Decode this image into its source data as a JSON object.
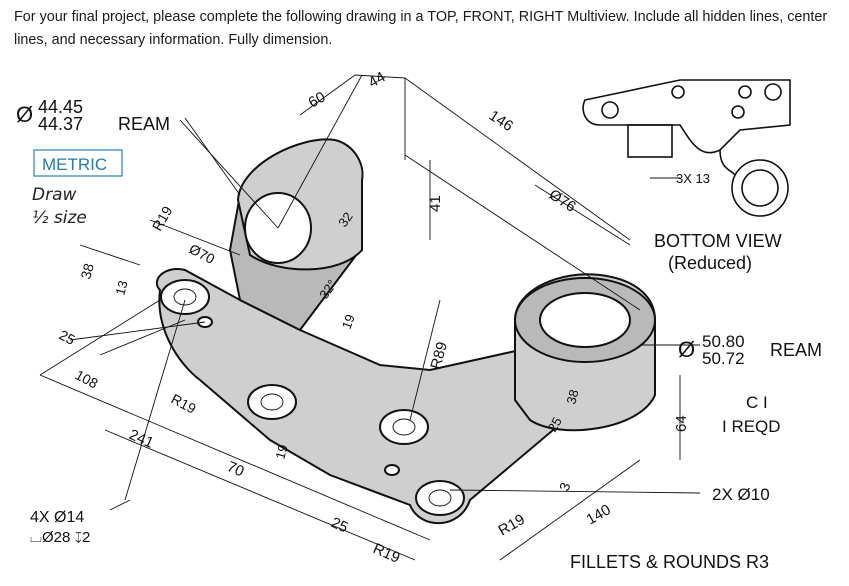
{
  "instructions": "For your final project, please complete the following drawing in a TOP, FRONT, RIGHT Multiview. Include all hidden lines, center lines, and necessary information. Fully dimension.",
  "ream_top": {
    "symbol": "Ø",
    "upper": "44.45",
    "lower": "44.37",
    "word": "REAM"
  },
  "metric": "METRIC",
  "draw_note": {
    "line1": "Draw",
    "line2": "½ size"
  },
  "bottom_view": {
    "title": "BOTTOM VIEW",
    "subtitle": "(Reduced)",
    "dim": "3X 13"
  },
  "ream_right": {
    "symbol": "Ø",
    "upper": "50.80",
    "lower": "50.72",
    "word": "REAM"
  },
  "part_note": {
    "line1": "C I",
    "line2": "I REQD"
  },
  "holes_2x": "2X Ø10",
  "holes_4x": {
    "line1": "4X Ø14",
    "line2": "⌴Ø28 ↧2"
  },
  "fillets": "FILLETS & ROUNDS R3",
  "dims": {
    "d60": "60",
    "d44": "44",
    "d146": "146",
    "d41": "41",
    "d76": "Ø76",
    "d32a": "32",
    "d32b": "32°",
    "d19a": "19",
    "r19a": "R19",
    "d70a": "Ø70",
    "d38a": "38",
    "d13": "13",
    "d25a": "25",
    "d108": "108",
    "r19b": "R19",
    "d241": "241",
    "d70b": "70",
    "d25b": "25",
    "r19c": "R19",
    "d19b": "19",
    "r89": "R89",
    "d38b": "38",
    "d25c": "25",
    "r19d": "R19",
    "d3": "3",
    "d140": "140",
    "d64": "64"
  }
}
